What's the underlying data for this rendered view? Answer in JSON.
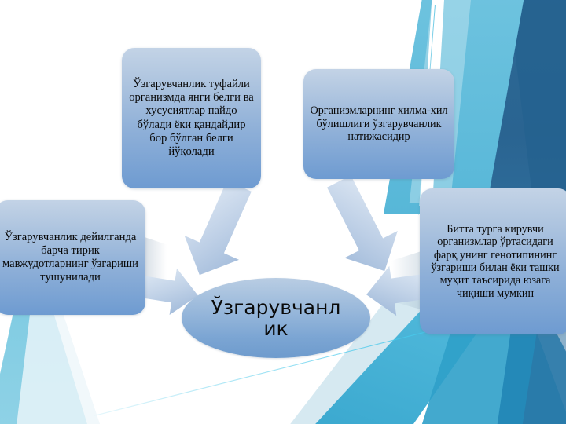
{
  "slide": {
    "center_node": {
      "label": "Ўзгарувчанлик"
    },
    "boxes": [
      {
        "id": "variability-causes",
        "text": "Ўзгарувчанлик туфайли организмда янги белги ва хусусиятлар пайдо бўлади ёки қандайдир бор бўлган белги йўқолади"
      },
      {
        "id": "diversity-result",
        "text": "Организмларнинг хилма-хил бўлишлиги ўзгарувчанлик натижасидир"
      },
      {
        "id": "definition",
        "text": "Ўзгарувчанлик дейилганда барча тирик мавжудотларнинг ўзгариши тушунилади"
      },
      {
        "id": "intraspecies",
        "text": "Битта турга кирувчи организмлар ўртасидаги фарқ унинг  генотипининг ўзгариши билан ёки ташки муҳит таъсирида юзага чиқиши мумкин"
      }
    ],
    "arrows": [
      {
        "id": "arrow-from-variability-causes",
        "direction": "down-right"
      },
      {
        "id": "arrow-from-diversity-result",
        "direction": "down-left"
      },
      {
        "id": "arrow-from-definition",
        "direction": "right"
      },
      {
        "id": "arrow-from-intraspecies",
        "direction": "left"
      }
    ],
    "colors": {
      "box_gradient_top": "#c3d3e6",
      "box_gradient_bottom": "#6e9bd1",
      "ellipse_gradient_top": "#b9cde3",
      "ellipse_gradient_bottom": "#6e9bcd",
      "arrow_fill_light": "#dae4f1",
      "arrow_fill_dark": "#9fb8d9",
      "bg_teal": "#6ec3df",
      "bg_dark_blue": "#2a6491",
      "bg_accent_line": "#46c8eb",
      "text_color": "#080808"
    }
  }
}
